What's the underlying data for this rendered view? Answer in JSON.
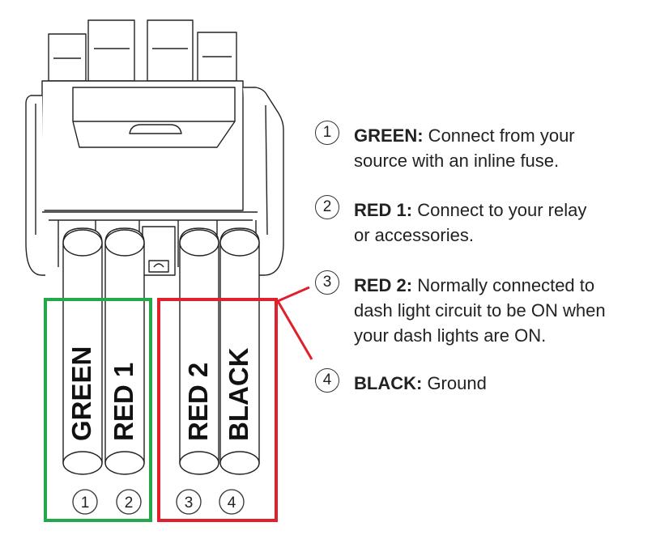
{
  "wires": [
    {
      "label": "GREEN",
      "number": "1"
    },
    {
      "label": "RED 1",
      "number": "2"
    },
    {
      "label": "RED 2",
      "number": "3"
    },
    {
      "label": "BLACK",
      "number": "4"
    }
  ],
  "legend": [
    {
      "number": "1",
      "title": "GREEN:",
      "lines": [
        " Connect from your",
        "source with an inline fuse."
      ]
    },
    {
      "number": "2",
      "title": "RED 1:",
      "lines": [
        " Connect to your relay",
        "or accessories."
      ]
    },
    {
      "number": "3",
      "title": "RED 2:",
      "lines": [
        " Normally connected to",
        "dash light circuit to be ON when",
        "your dash lights are ON."
      ]
    },
    {
      "number": "4",
      "title": "BLACK:",
      "lines": [
        " Ground"
      ]
    }
  ],
  "colors": {
    "green_box": "#22a94a",
    "red_box": "#e0202c"
  }
}
